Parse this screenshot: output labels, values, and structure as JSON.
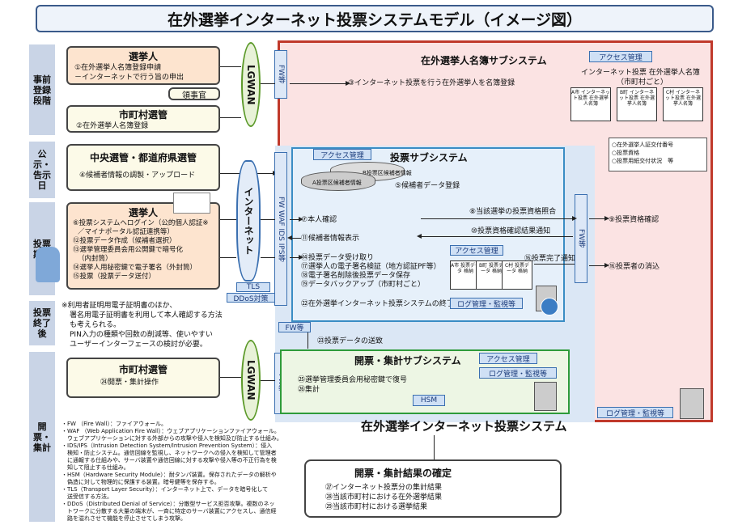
{
  "title": "在外選挙インターネット投票システムモデル（イメージ図）",
  "phases": {
    "pre": "事前登録段階",
    "announce": "公示・告示日",
    "voting": "投票期間",
    "after": "投票終了後",
    "count": "開票・集計"
  },
  "voter_box": {
    "title": "選挙人",
    "line1": "①在外選挙人名簿登録申請",
    "line2": "－インターネットで行う旨の申出"
  },
  "consulate": "領事官",
  "city_box": {
    "title": "市町村選管",
    "line1": "②在外選挙人名簿登録"
  },
  "lgwan": "LGWAN",
  "fw": "FW等",
  "registry": {
    "title": "在外選挙人名簿サブシステム",
    "access": "アクセス管理",
    "step3": "③インターネット投票を行う在外選挙人を名簿登録",
    "db_title": "インターネット投票 在外選挙人名簿",
    "db_sub": "（市町村ごと）",
    "docs": [
      "A市 インターネット投票 在外選挙人名簿",
      "B町 インターネット投票 在外選挙人名簿",
      "C村 インターネット投票 在外選挙人名簿"
    ],
    "info": [
      "○在外選挙人証交付番号",
      "○投票資格",
      "○投票用紙交付状況　等"
    ],
    "log": "ログ管理・監視等"
  },
  "central_box": {
    "title": "中央選管・都道府県選管",
    "line1": "④候補者情報の調製・アップロード"
  },
  "internet": "インターネット",
  "fw_waf": "FW WAF IDS IPS等",
  "tls": "TLS",
  "ddos": "DDoS対策",
  "voting_sys": {
    "title": "投票サブシステム",
    "access": "アクセス管理",
    "db_a": "A投票区候補者情報",
    "db_b": "B投票区候補者情報",
    "step5": "⑤候補者データ登録",
    "step7": "⑦本人確認",
    "step11": "⑪候補者情報表示",
    "step14": "⑭投票データ受け取り",
    "step17": "⑰選挙人の電子署名検証（地方認証PF等）",
    "step18": "⑱電子署名削除後投票データ保存",
    "step19": "⑲データバックアップ（市町村ごと）",
    "step22": "㉒在外選挙インターネット投票システムの終了",
    "access2": "アクセス管理",
    "log": "ログ管理・監視等",
    "boxes": [
      "A市 投票データ 格納",
      "B町 投票データ 格納",
      "C村 投票データ 格納"
    ],
    "step8": "⑧当該選挙の投票資格照合",
    "step10": "⑩投票資格確認結果通知",
    "step16": "⑯投票完了通知"
  },
  "fw_mid": "FW等",
  "registry_right": {
    "step9": "⑨投票資格確認",
    "step16b": "⑯投票者の消込"
  },
  "voter2": {
    "title": "選挙人",
    "l6": "⑥投票システムへログイン（公的個人認証※",
    "l6b": "／マイナポータル認証連携等）",
    "l12": "⑫投票データ作成（候補者選択）",
    "l13": "⑬選挙管理委員会用公開鍵で暗号化",
    "l13b": "（内封筒）",
    "l14": "⑭選挙人用秘密鍵で電子署名（外封筒）",
    "l15": "⑮投票（投票データ送付）"
  },
  "note_text": [
    "※利用者証明用電子証明書のほか、",
    "署名用電子証明書を利用して本人確認する方法",
    "も考えられる。",
    "PIN入力の種類や回数の削減等、使いやすい",
    "ユーザーインターフェースの検討が必要。"
  ],
  "fw_bottom": "FW等",
  "step23": "㉓投票データの送致",
  "city2": {
    "title": "市町村選管",
    "line1": "㉔開票・集計操作"
  },
  "count_sys": {
    "title": "開票・集計サブシステム",
    "access": "アクセス管理",
    "log": "ログ管理・監視等",
    "step25": "㉕選挙管理委員会用秘密鍵で復号",
    "step26": "㉖集計",
    "hsm": "HSM"
  },
  "system_label": "在外選挙インターネット投票システム",
  "right_log": "ログ管理・監視等",
  "glossary": [
    "・FW （Fire Wall）：ファイアウォール。",
    "・WAF （Web Application Fire Wall）：ウェブアプリケーションファイアウォール。",
    "　ウェブアプリケーションに対する外部からの攻撃や侵入を検知及び防止する仕組み。",
    "・IDS/IPS（Intrusion Detection System/Intrusion Prevention System）：侵入",
    "　検知・防止システム。通信回線を監視し、ネットワークへの侵入を検知して管理者",
    "　に通報する仕組みや、サーバ装置や通信回線に対する攻撃や侵入等の不正行為を検",
    "　知して阻止する仕組み。",
    "・HSM（Hardware Security Module）：耐タンパ装置。保存されたデータの解析や",
    "　偽造に対して物理的に保護する装置。暗号鍵等を保存する。",
    "・TLS（Transport Layer Security）：インターネット上で、データを暗号化して",
    "　送受信する方法。",
    "・DDoS（Distributed Denial of Service）：分散型サービス拒否攻撃。複数のネッ",
    "　トワークに分散する大量の端末が、一斉に特定のサーバ装置にアクセスし、通信経",
    "　路を溢れさせて機能を停止させてしまう攻撃。"
  ],
  "result_box": {
    "title": "開票・集計結果の確定",
    "l27": "㉗インターネット投票分の集計結果",
    "l28": "㉘当該市町村における在外選挙結果",
    "l29": "㉙当該市町村における選挙結果"
  }
}
